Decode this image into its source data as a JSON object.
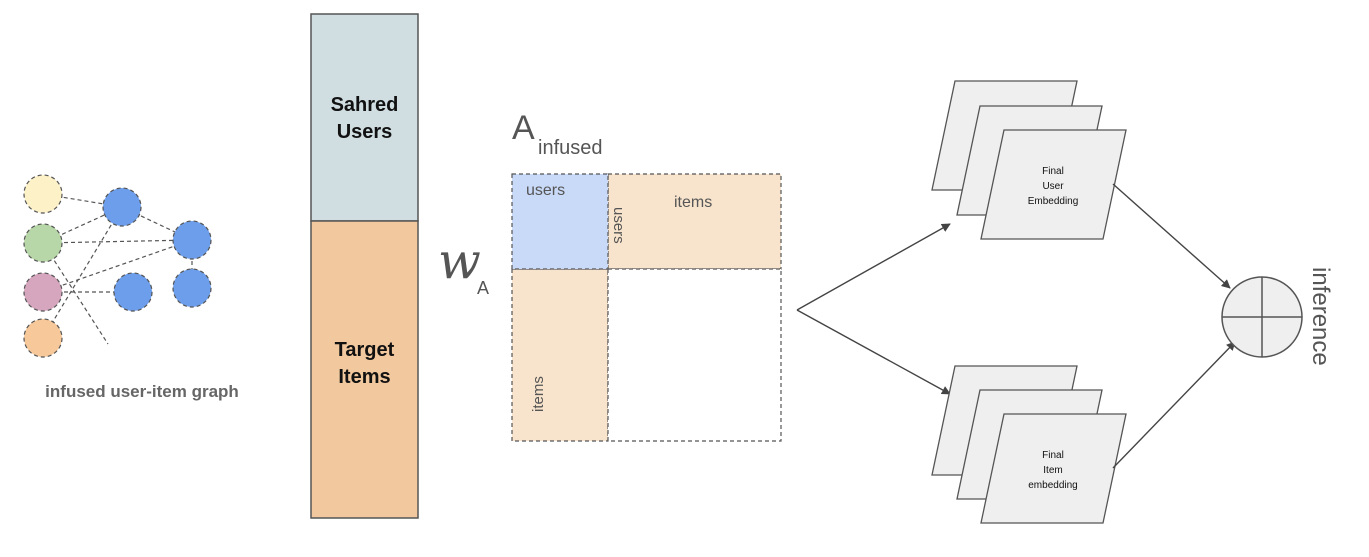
{
  "graph": {
    "label": "infused user-item graph",
    "user_colors": [
      "#fdf1c8",
      "#b7d7a8",
      "#d5a6bd",
      "#f6c89a"
    ],
    "item_color": "#6d9eeb"
  },
  "stack_bar": {
    "top_label_line1": "Sahred",
    "top_label_line2": "Users",
    "bottom_label_line1": "Target",
    "bottom_label_line2": "Items",
    "top_color": "#d0dee2",
    "bottom_color": "#f2c89e"
  },
  "weight_symbol": {
    "main": "w",
    "subscript": "A"
  },
  "matrix": {
    "title_main": "A",
    "title_sub": "infused",
    "users_label": "users",
    "items_top_label": "items",
    "users_vertical_label": "users",
    "items_left_label": "items",
    "users_color": "#c9daf8",
    "items_color": "#f8e4cc"
  },
  "embeddings": {
    "user_lines": [
      "Final",
      "User",
      "Embedding"
    ],
    "item_lines": [
      "Final",
      "Item",
      "embedding"
    ],
    "card_color": "#efefef"
  },
  "inference": {
    "label": "inference"
  }
}
